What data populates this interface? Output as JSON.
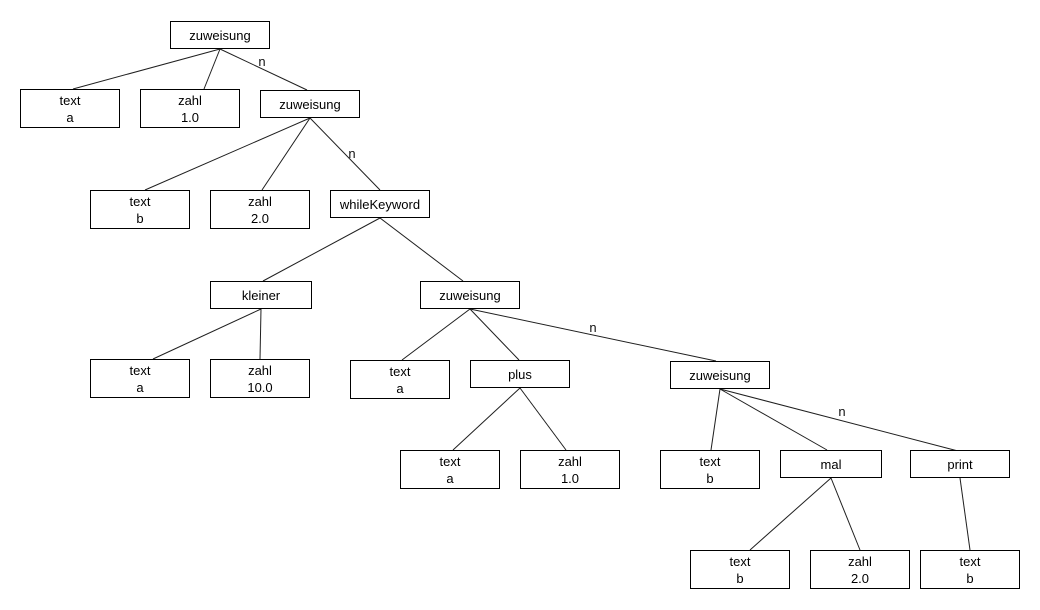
{
  "diagram": {
    "type": "tree",
    "background_color": "#ffffff",
    "node_fill_color": "#ffffff",
    "node_border_color": "#000000",
    "edge_color": "#1f1f1f",
    "nodes": [
      {
        "id": "zuweisung-root",
        "line1": "zuweisung"
      },
      {
        "id": "text-a-1",
        "line1": "text",
        "line2": "a"
      },
      {
        "id": "zahl-1-0-a",
        "line1": "zahl",
        "line2": "1.0"
      },
      {
        "id": "zuweisung-2",
        "line1": "zuweisung"
      },
      {
        "id": "text-b-1",
        "line1": "text",
        "line2": "b"
      },
      {
        "id": "zahl-2-0-a",
        "line1": "zahl",
        "line2": "2.0"
      },
      {
        "id": "whileKeyword",
        "line1": "whileKeyword"
      },
      {
        "id": "kleiner",
        "line1": "kleiner"
      },
      {
        "id": "zuweisung-3",
        "line1": "zuweisung"
      },
      {
        "id": "text-a-2",
        "line1": "text",
        "line2": "a"
      },
      {
        "id": "zahl-10-0",
        "line1": "zahl",
        "line2": "10.0"
      },
      {
        "id": "text-a-3",
        "line1": "text",
        "line2": "a"
      },
      {
        "id": "plus",
        "line1": "plus"
      },
      {
        "id": "zuweisung-4",
        "line1": "zuweisung"
      },
      {
        "id": "text-a-4",
        "line1": "text",
        "line2": "a"
      },
      {
        "id": "zahl-1-0-b",
        "line1": "zahl",
        "line2": "1.0"
      },
      {
        "id": "text-b-2",
        "line1": "text",
        "line2": "b"
      },
      {
        "id": "mal",
        "line1": "mal"
      },
      {
        "id": "print",
        "line1": "print"
      },
      {
        "id": "text-b-3",
        "line1": "text",
        "line2": "b"
      },
      {
        "id": "zahl-2-0-b",
        "line1": "zahl",
        "line2": "2.0"
      },
      {
        "id": "text-b-4",
        "line1": "text",
        "line2": "b"
      }
    ],
    "edges": [
      {
        "from": "zuweisung-root",
        "to": "text-a-1"
      },
      {
        "from": "zuweisung-root",
        "to": "zahl-1-0-a"
      },
      {
        "from": "zuweisung-root",
        "to": "zuweisung-2",
        "label": "n"
      },
      {
        "from": "zuweisung-2",
        "to": "text-b-1"
      },
      {
        "from": "zuweisung-2",
        "to": "zahl-2-0-a"
      },
      {
        "from": "zuweisung-2",
        "to": "whileKeyword",
        "label": "n"
      },
      {
        "from": "whileKeyword",
        "to": "kleiner"
      },
      {
        "from": "whileKeyword",
        "to": "zuweisung-3"
      },
      {
        "from": "kleiner",
        "to": "text-a-2"
      },
      {
        "from": "kleiner",
        "to": "zahl-10-0"
      },
      {
        "from": "zuweisung-3",
        "to": "text-a-3"
      },
      {
        "from": "zuweisung-3",
        "to": "plus"
      },
      {
        "from": "zuweisung-3",
        "to": "zuweisung-4",
        "label": "n"
      },
      {
        "from": "plus",
        "to": "text-a-4"
      },
      {
        "from": "plus",
        "to": "zahl-1-0-b"
      },
      {
        "from": "zuweisung-4",
        "to": "text-b-2"
      },
      {
        "from": "zuweisung-4",
        "to": "mal"
      },
      {
        "from": "zuweisung-4",
        "to": "print",
        "label": "n"
      },
      {
        "from": "mal",
        "to": "text-b-3"
      },
      {
        "from": "mal",
        "to": "zahl-2-0-b"
      },
      {
        "from": "print",
        "to": "text-b-4"
      }
    ]
  }
}
